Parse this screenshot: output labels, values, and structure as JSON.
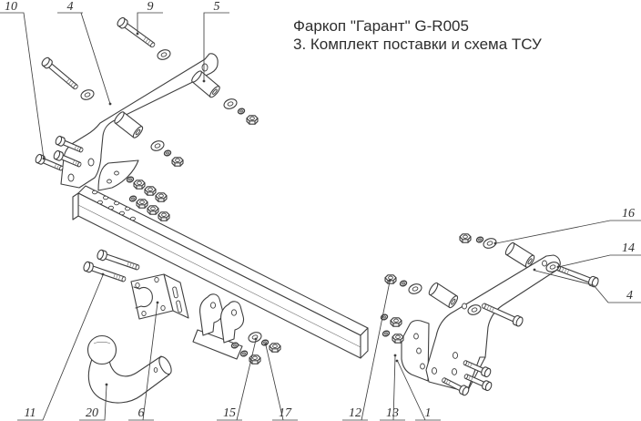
{
  "title": {
    "line1": "Фаркоп \"Гарант\" G-R005",
    "line2": "3. Комплект поставки и схема ТСУ"
  },
  "callouts": {
    "top": [
      {
        "label": "10"
      },
      {
        "label": "4"
      },
      {
        "label": "9"
      },
      {
        "label": "5"
      }
    ],
    "right": [
      {
        "label": "16"
      },
      {
        "label": "14"
      },
      {
        "label": "4"
      }
    ],
    "bottom": [
      {
        "label": "11"
      },
      {
        "label": "20"
      },
      {
        "label": "6"
      },
      {
        "label": "15"
      },
      {
        "label": "17"
      },
      {
        "label": "12"
      },
      {
        "label": "13"
      },
      {
        "label": "1"
      }
    ]
  },
  "drawing": {
    "line_color": "#3f3f3f",
    "text_color": "#2e2e2e",
    "background": "#ffffff"
  }
}
